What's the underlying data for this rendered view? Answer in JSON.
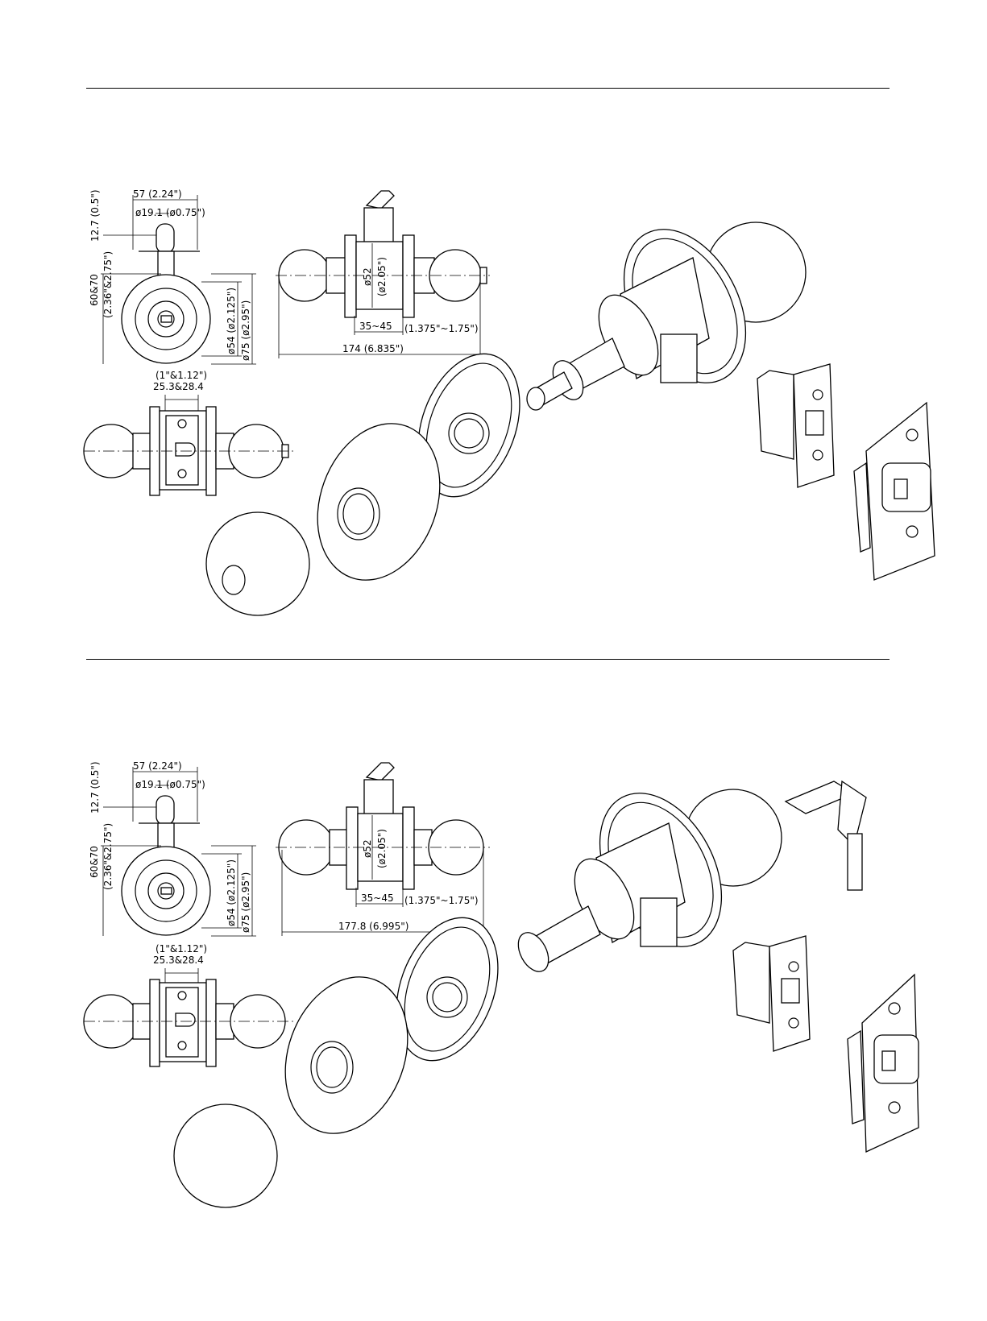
{
  "sections": [
    {
      "dims": {
        "width": "57 (2.24\")",
        "spindle": "ø19.1 (ø0.75\")",
        "protrusion": "12.7 (0.5\")",
        "backset_mm": "60&70",
        "backset_in": "(2.36\"&2.75\")",
        "bore": "ø54 (ø2.125\")",
        "rose": "ø75 (ø2.95\")",
        "cylinder": "ø52",
        "cylinder_in": "(ø2.05\")",
        "door": "35~45",
        "door_in": "(1.375\"~1.75\")",
        "overall": "174 (6.835\")",
        "latch_in": "(1\"&1.12\")",
        "latch_mm": "25.3&28.4"
      }
    },
    {
      "dims": {
        "width": "57 (2.24\")",
        "spindle": "ø19.1 (ø0.75\")",
        "protrusion": "12.7 (0.5\")",
        "backset_mm": "60&70",
        "backset_in": "(2.36\"&2.75\")",
        "bore": "ø54 (ø2.125\")",
        "rose": "ø75 (ø2.95\")",
        "cylinder": "ø52",
        "cylinder_in": "(ø2.05\")",
        "door": "35~45",
        "door_in": "(1.375\"~1.75\")",
        "overall": "177.8 (6.995\")",
        "latch_in": "(1\"&1.12\")",
        "latch_mm": "25.3&28.4"
      }
    }
  ]
}
